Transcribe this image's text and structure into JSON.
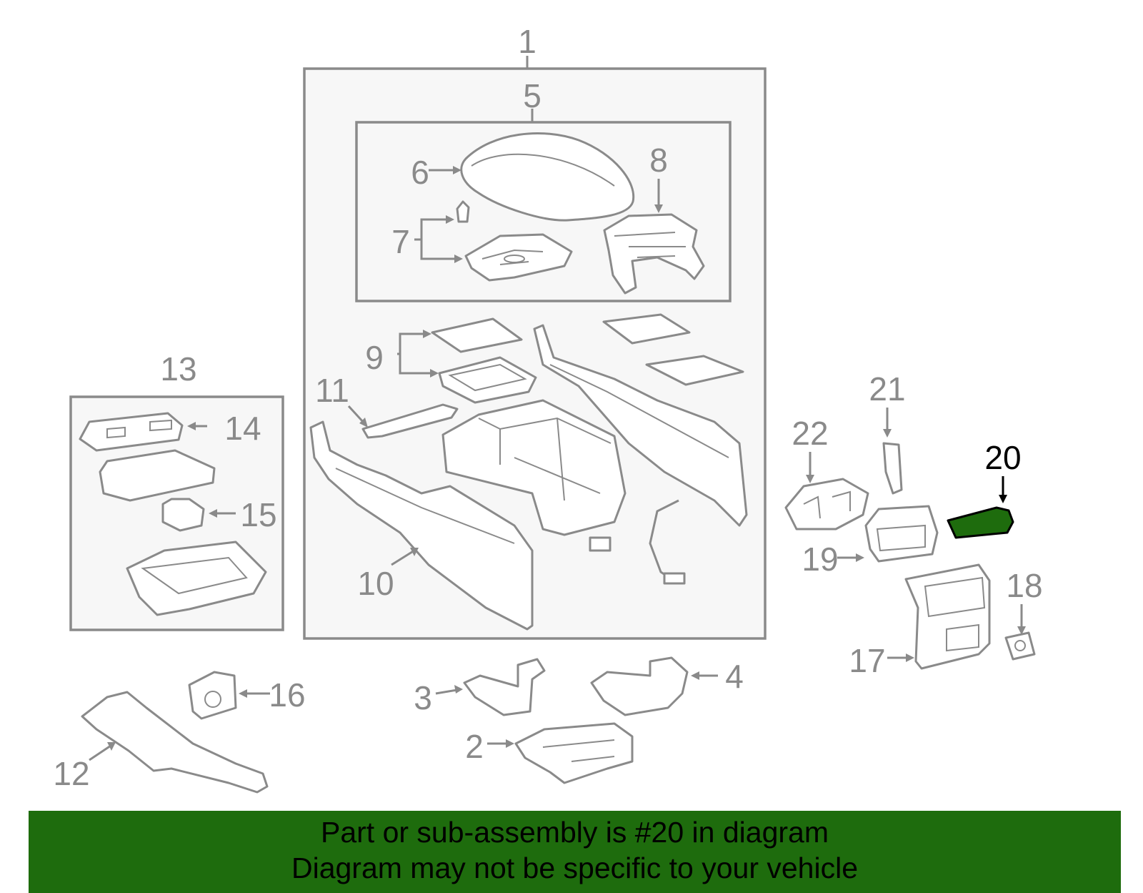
{
  "callouts": {
    "c1": "1",
    "c2": "2",
    "c3": "3",
    "c4": "4",
    "c5": "5",
    "c6": "6",
    "c7": "7",
    "c8": "8",
    "c9": "9",
    "c10": "10",
    "c11": "11",
    "c12": "12",
    "c13": "13",
    "c14": "14",
    "c15": "15",
    "c16": "16",
    "c17": "17",
    "c18": "18",
    "c19": "19",
    "c20": "20",
    "c21": "21",
    "c22": "22"
  },
  "highlighted_part": "20",
  "colors": {
    "line": "#8a8a8a",
    "highlight_fill": "#1e6c0d",
    "banner_bg": "#1e6c0d",
    "frame_bg": "#f7f7f7"
  },
  "banner": {
    "line1": "Part or sub-assembly is #20 in diagram",
    "line2": "Diagram may not be specific to your vehicle"
  }
}
